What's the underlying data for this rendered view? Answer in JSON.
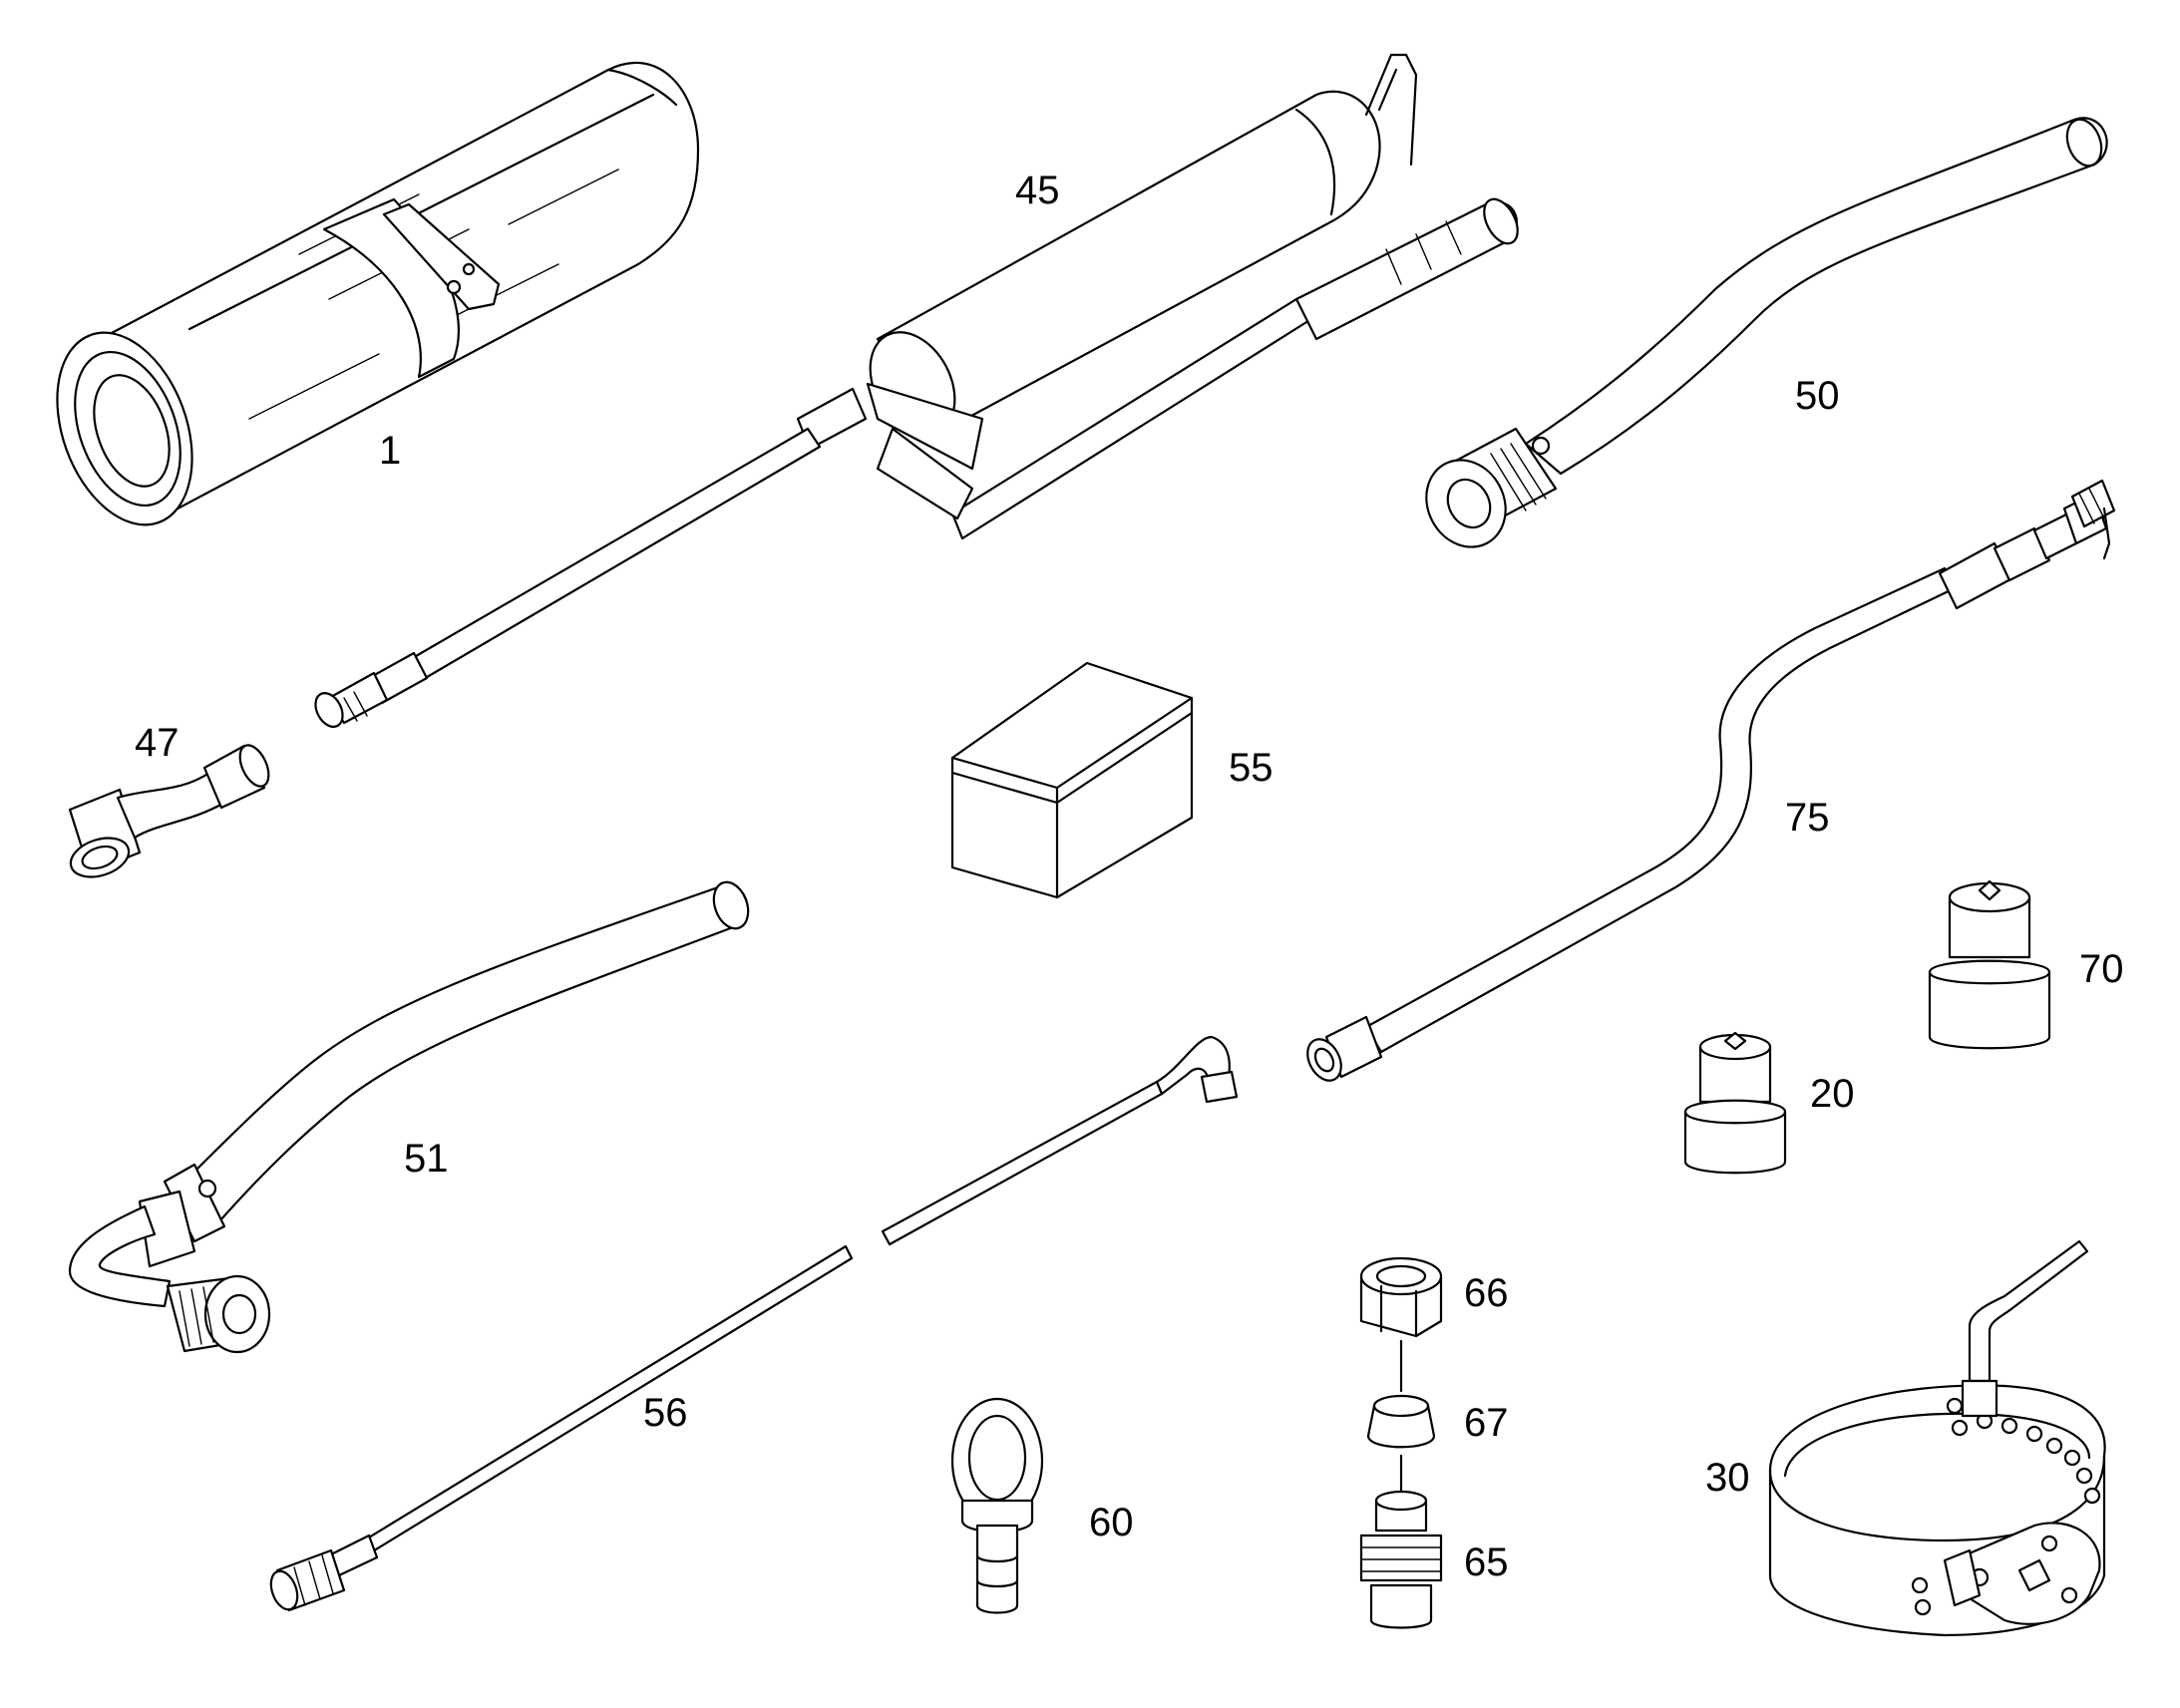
{
  "parts": [
    {
      "id": "part-1",
      "label": "1"
    },
    {
      "id": "part-45",
      "label": "45"
    },
    {
      "id": "part-50",
      "label": "50"
    },
    {
      "id": "part-47",
      "label": "47"
    },
    {
      "id": "part-55",
      "label": "55"
    },
    {
      "id": "part-75",
      "label": "75"
    },
    {
      "id": "part-70",
      "label": "70"
    },
    {
      "id": "part-20",
      "label": "20"
    },
    {
      "id": "part-51",
      "label": "51"
    },
    {
      "id": "part-56",
      "label": "56"
    },
    {
      "id": "part-60",
      "label": "60"
    },
    {
      "id": "part-66",
      "label": "66"
    },
    {
      "id": "part-67",
      "label": "67"
    },
    {
      "id": "part-65",
      "label": "65"
    },
    {
      "id": "part-30",
      "label": "30"
    }
  ]
}
